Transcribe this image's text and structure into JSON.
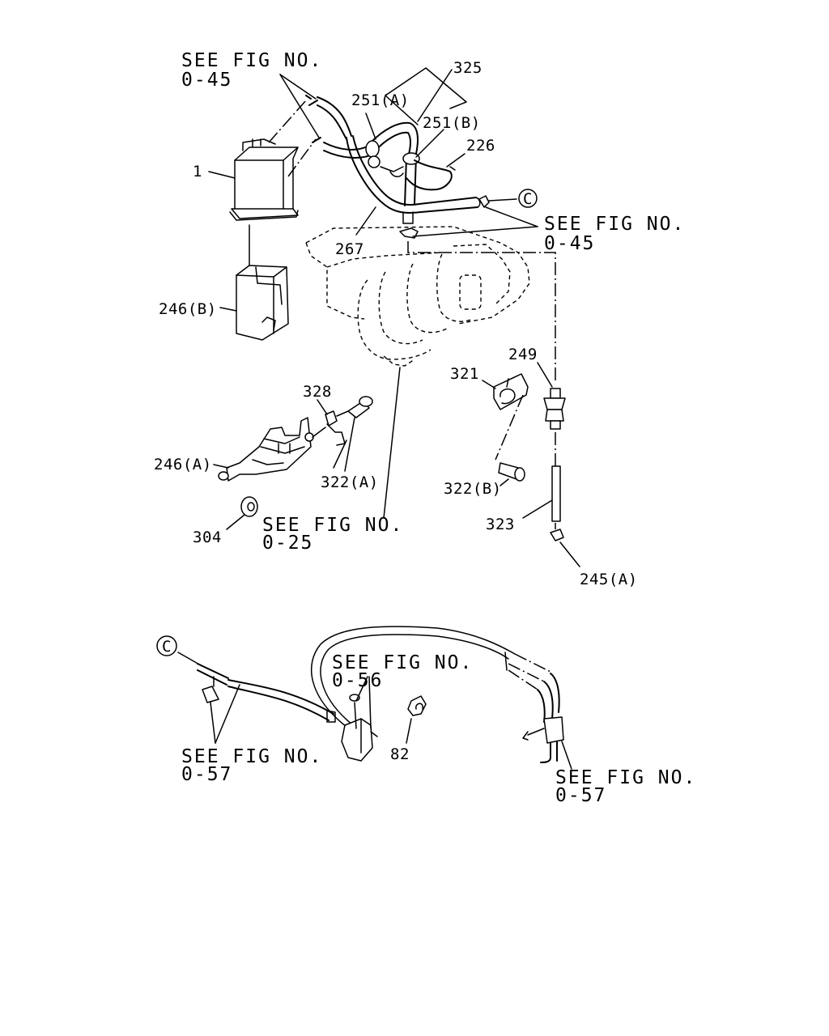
{
  "references": {
    "see_fig": "SEE FIG NO.",
    "fig_0_45": "0-45",
    "fig_0_25": "0-25",
    "fig_0_56": "0-56",
    "fig_0_57": "0-57"
  },
  "callouts": {
    "c_connector": "C",
    "p1": "1",
    "p246b": "246(B)",
    "p251a": "251(A)",
    "p325": "325",
    "p251b": "251(B)",
    "p226": "226",
    "p267": "267",
    "p249": "249",
    "p321": "321",
    "p328": "328",
    "p246a": "246(A)",
    "p322a": "322(A)",
    "p322b": "322(B)",
    "p304": "304",
    "p323": "323",
    "p245a": "245(A)",
    "p82": "82"
  }
}
